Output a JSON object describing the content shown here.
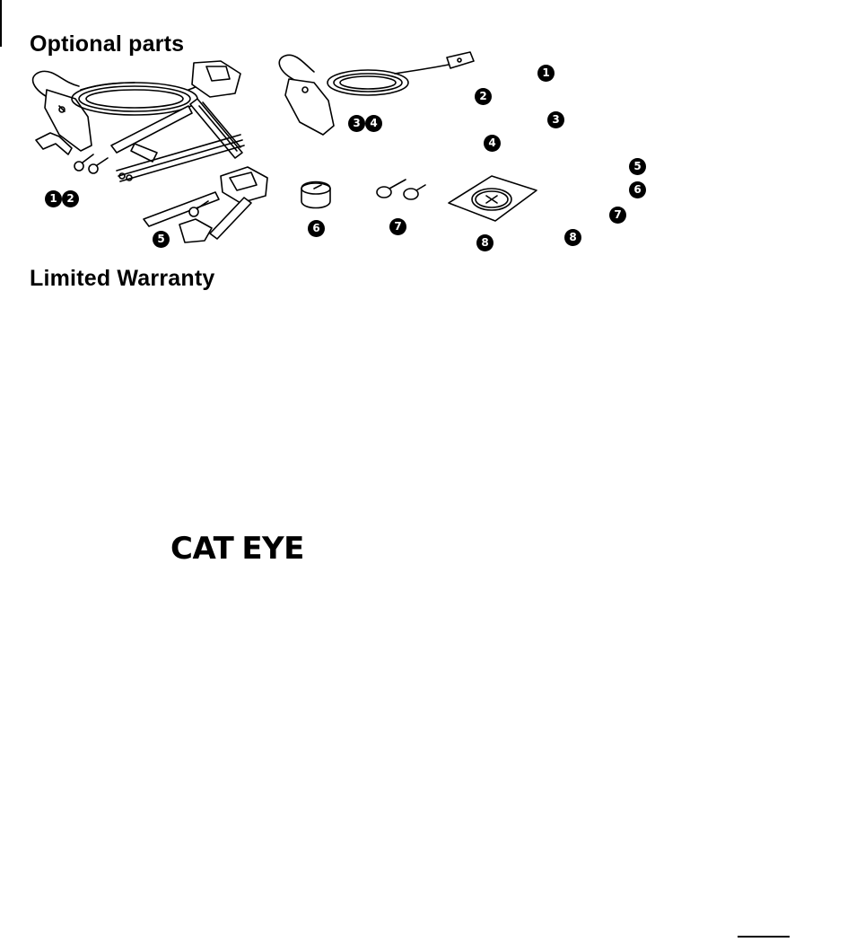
{
  "sections": {
    "optional_parts": "Optional parts",
    "limited_warranty": "Limited Warranty"
  },
  "callouts": {
    "pair_12": [
      "1",
      "2"
    ],
    "pair_34": [
      "3",
      "4"
    ],
    "part5": "5",
    "part6": "6",
    "part7": "7",
    "part8": "8"
  },
  "legend": [
    "1",
    "2",
    "3",
    "4",
    "5",
    "6",
    "7",
    "8"
  ],
  "brand": {
    "logo_part1": "CAT",
    "logo_part2": "EYE"
  }
}
